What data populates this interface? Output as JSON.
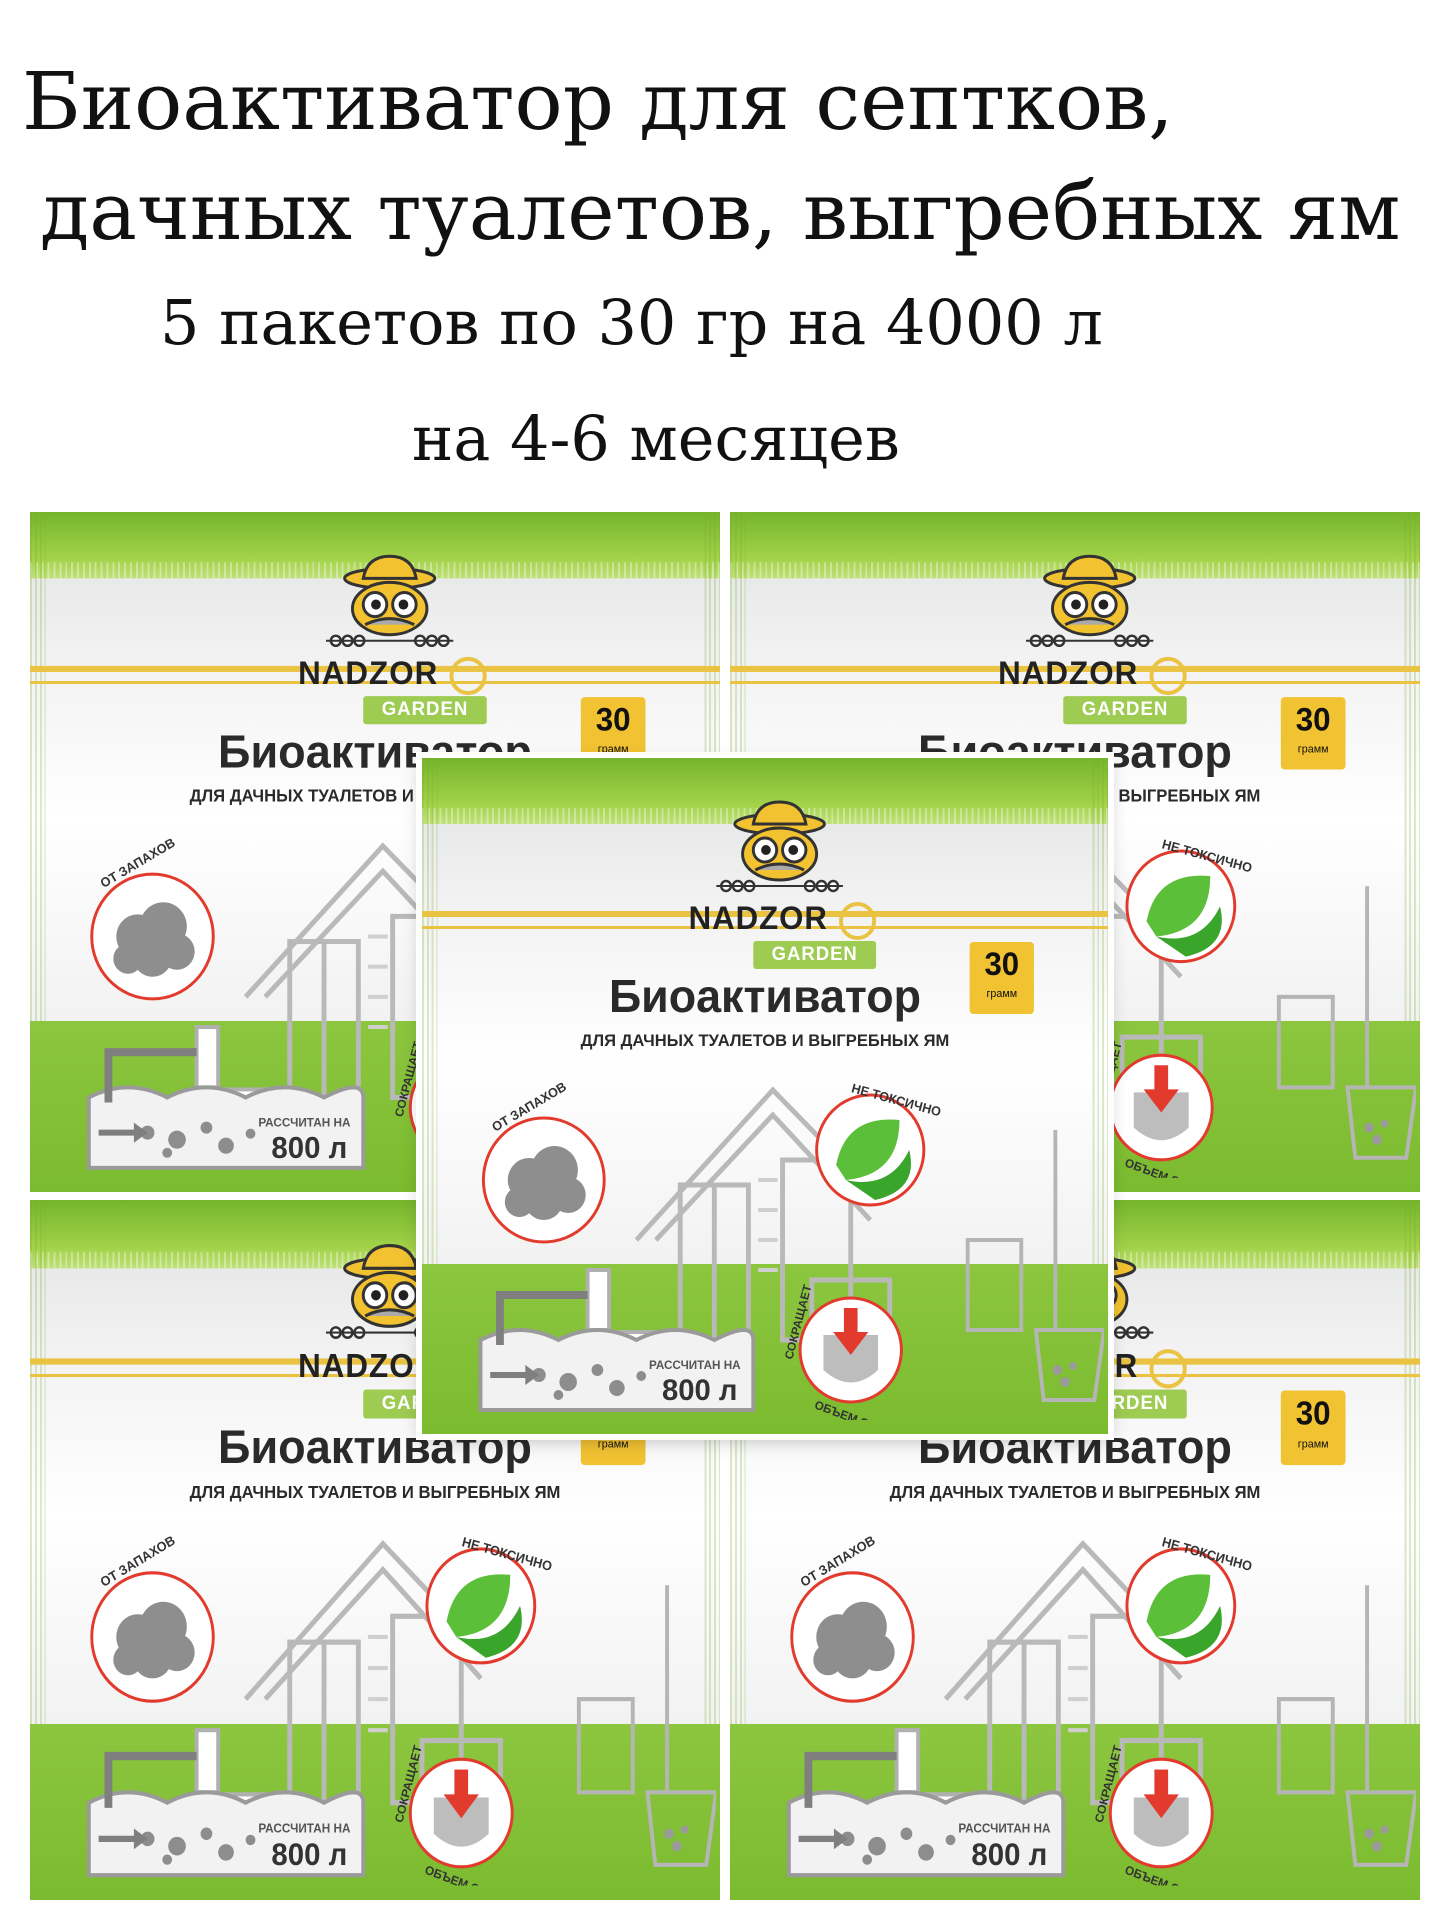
{
  "headline": {
    "line1": "Биоактиватор для септков,",
    "line2": "дачных туалетов, выгребных ям",
    "line3": "5 пакетов по 30 гр на 4000 л",
    "line4": "на 4-6 месяцев"
  },
  "packet": {
    "brand_left": "NA",
    "brand_mid": "D",
    "brand_right": "ZOR",
    "garden": "GARDEN",
    "weight_value": "30",
    "weight_unit": "грамм",
    "title": "Биоактиватор",
    "subtitle": "ДЛЯ ДАЧНЫХ ТУАЛЕТОВ И ВЫГРЕБНЫХ ЯМ",
    "badge_odor": "ОТ ЗАПАХОВ",
    "badge_nontoxic": "НЕ ТОКСИЧНО",
    "badge_reduces": "СОКРАЩАЕТ",
    "badge_volume": "ОБЪЕМ ОТХОДОВ",
    "capacity_label": "РАССЧИТАН НА",
    "capacity_value": "800 л"
  },
  "colors": {
    "green_dark": "#74b52b",
    "green_light": "#a3d249",
    "gold": "#e9c341",
    "red_arrow": "#e23b2e"
  },
  "icons": [
    "mascot-frog-icon",
    "gear-icon",
    "cloud-icon",
    "leaf-icon",
    "down-arrow-icon",
    "house-icon",
    "toilet-icon",
    "septic-tank-icon"
  ]
}
